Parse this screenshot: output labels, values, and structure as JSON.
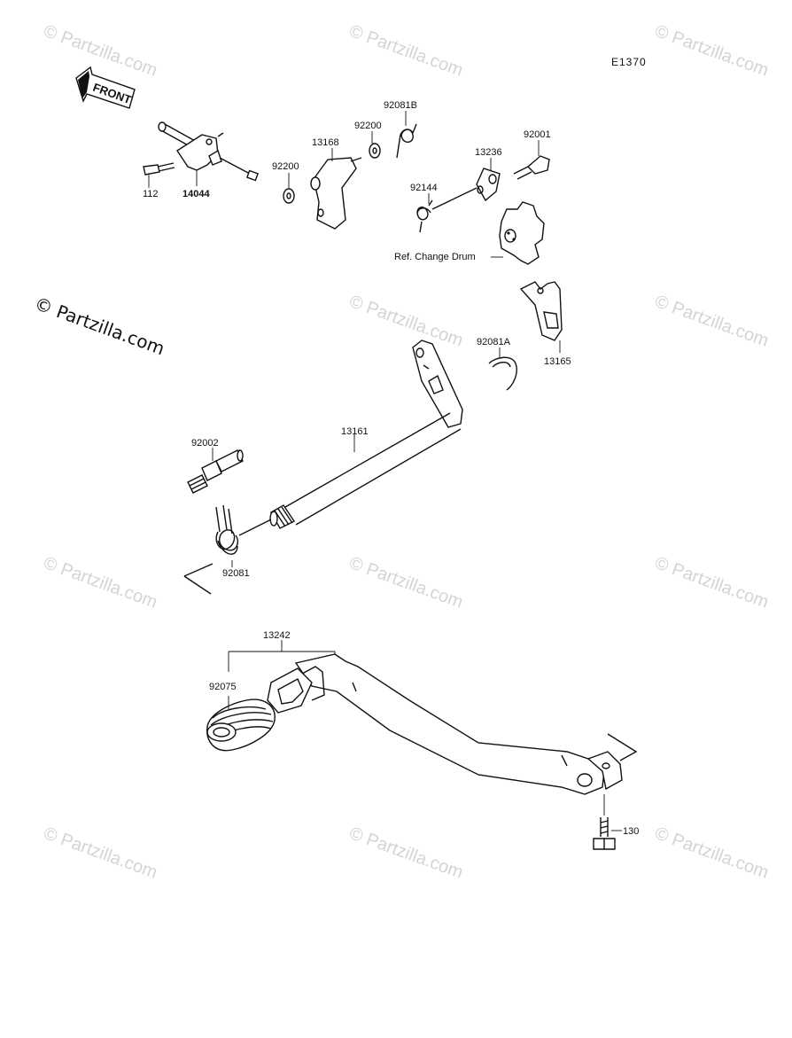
{
  "diagram_code": "E1370",
  "front_label": "FRONT",
  "copyright_watermark": "© Partzilla.com",
  "faint_watermark": "© Partzilla.com",
  "reference_label": "Ref. Change Drum",
  "parts": {
    "p112": "112",
    "p14044": "14044",
    "p92200a": "92200",
    "p13168": "13168",
    "p92200b": "92200",
    "p92081b": "92081B",
    "p92144": "92144",
    "p13236": "13236",
    "p92001": "92001",
    "p92081a": "92081A",
    "p13165": "13165",
    "p13161": "13161",
    "p92002": "92002",
    "p92081": "92081",
    "p13242": "13242",
    "p92075": "92075",
    "p130": "130"
  }
}
